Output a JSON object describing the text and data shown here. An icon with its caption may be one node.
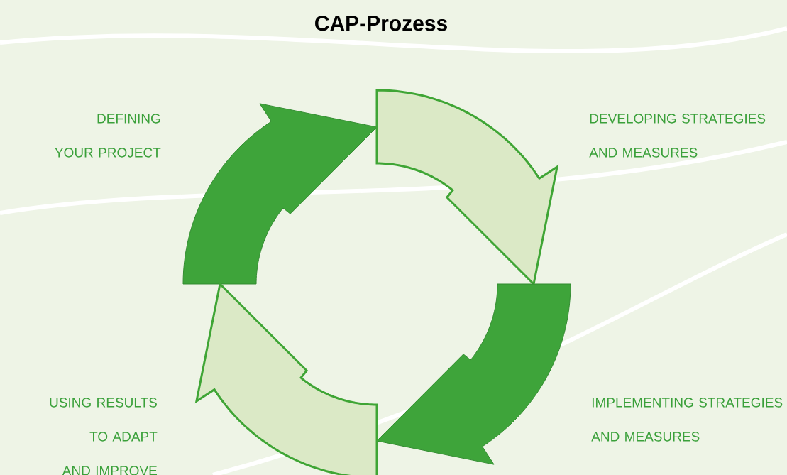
{
  "diagram": {
    "title": "CAP-Prozess",
    "labels": [
      "DEFINING YOUR PROJECT",
      "DEVELOPING STRATEGIES AND MEASURES",
      "USING RESULTS TO ADAPT AND IMPROVE",
      "IMPLEMENTING STRATEGIES AND MEASURES"
    ]
  }
}
